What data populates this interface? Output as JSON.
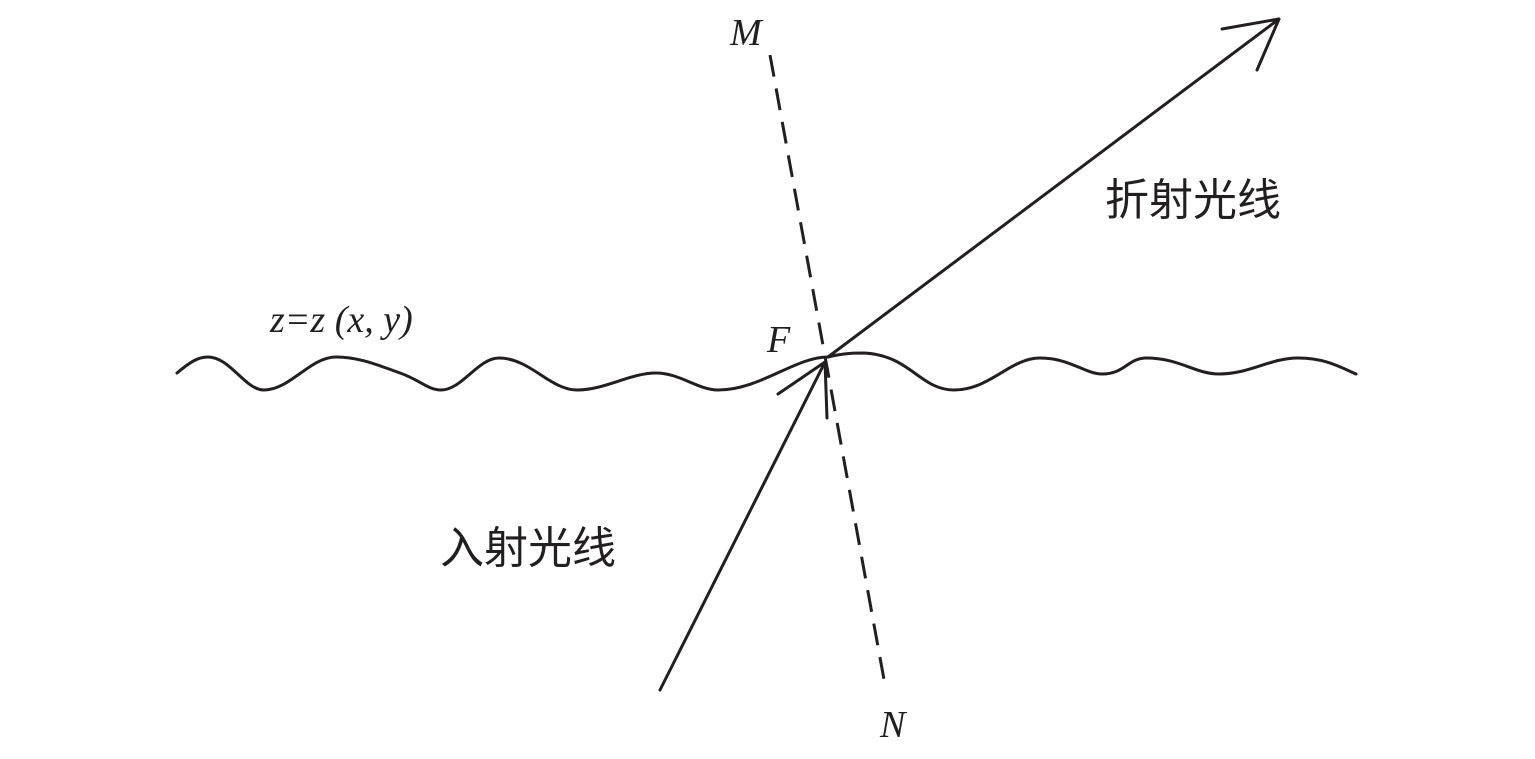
{
  "diagram": {
    "labels": {
      "normal_top": "M",
      "normal_bottom": "N",
      "point": "F",
      "surface": "z=z (x, y)",
      "refracted_ray": "折射光线",
      "incident_ray": "入射光线"
    },
    "colors": {
      "ink": "#231f20",
      "background": "#ffffff"
    }
  }
}
